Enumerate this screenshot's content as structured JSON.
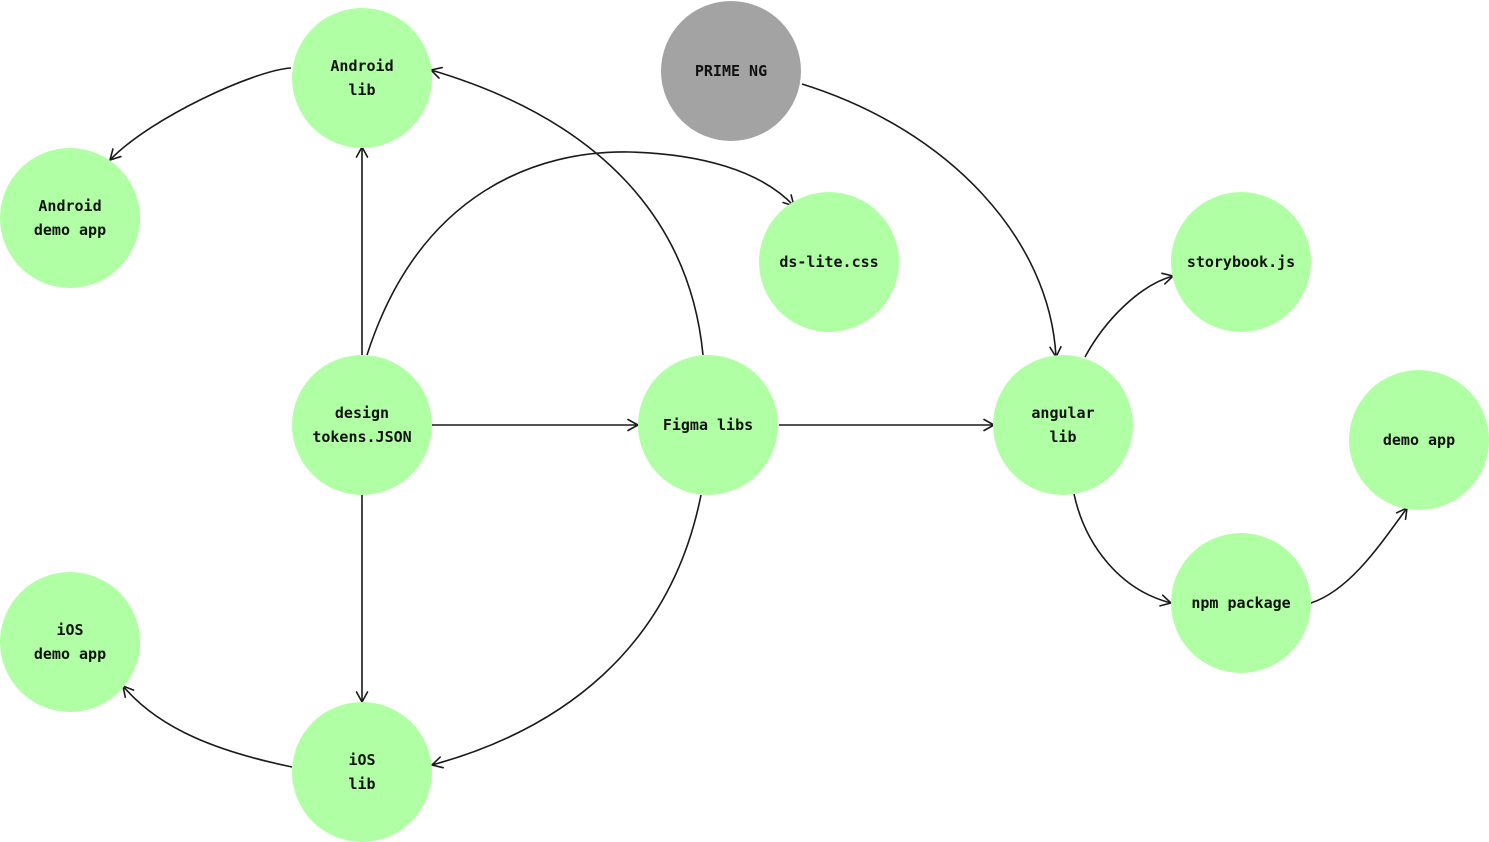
{
  "colors": {
    "node_fill": "#b1ffa4",
    "external_fill": "#a3a3a3",
    "edge_stroke": "#1a1a1a",
    "label_color": "#111111",
    "background": "#ffffff"
  },
  "nodes": [
    {
      "id": "android-lib",
      "lines": [
        "Android",
        "lib"
      ],
      "style": "internal"
    },
    {
      "id": "android-demo-app",
      "lines": [
        "Android",
        "demo app"
      ],
      "style": "internal"
    },
    {
      "id": "prime-ng",
      "lines": [
        "PRIME NG"
      ],
      "style": "external"
    },
    {
      "id": "ds-lite-css",
      "lines": [
        "ds-lite.css"
      ],
      "style": "internal"
    },
    {
      "id": "storybook-js",
      "lines": [
        "storybook.js"
      ],
      "style": "internal"
    },
    {
      "id": "design-tokens",
      "lines": [
        "design",
        "tokens.JSON"
      ],
      "style": "internal"
    },
    {
      "id": "figma-libs",
      "lines": [
        "Figma libs"
      ],
      "style": "internal"
    },
    {
      "id": "angular-lib",
      "lines": [
        "angular",
        "lib"
      ],
      "style": "internal"
    },
    {
      "id": "demo-app",
      "lines": [
        "demo app"
      ],
      "style": "internal"
    },
    {
      "id": "npm-package",
      "lines": [
        "npm package"
      ],
      "style": "internal"
    },
    {
      "id": "ios-demo-app",
      "lines": [
        "iOS",
        "demo app"
      ],
      "style": "internal"
    },
    {
      "id": "ios-lib",
      "lines": [
        "iOS",
        "lib"
      ],
      "style": "internal"
    }
  ],
  "edges": [
    {
      "from": "android-lib",
      "to": "android-demo-app"
    },
    {
      "from": "design-tokens",
      "to": "android-lib"
    },
    {
      "from": "design-tokens",
      "to": "ds-lite-css"
    },
    {
      "from": "figma-libs",
      "to": "android-lib"
    },
    {
      "from": "design-tokens",
      "to": "figma-libs"
    },
    {
      "from": "design-tokens",
      "to": "ios-lib"
    },
    {
      "from": "figma-libs",
      "to": "ios-lib"
    },
    {
      "from": "ios-lib",
      "to": "ios-demo-app"
    },
    {
      "from": "prime-ng",
      "to": "angular-lib"
    },
    {
      "from": "figma-libs",
      "to": "angular-lib"
    },
    {
      "from": "angular-lib",
      "to": "storybook-js"
    },
    {
      "from": "angular-lib",
      "to": "npm-package"
    },
    {
      "from": "npm-package",
      "to": "demo-app"
    }
  ]
}
